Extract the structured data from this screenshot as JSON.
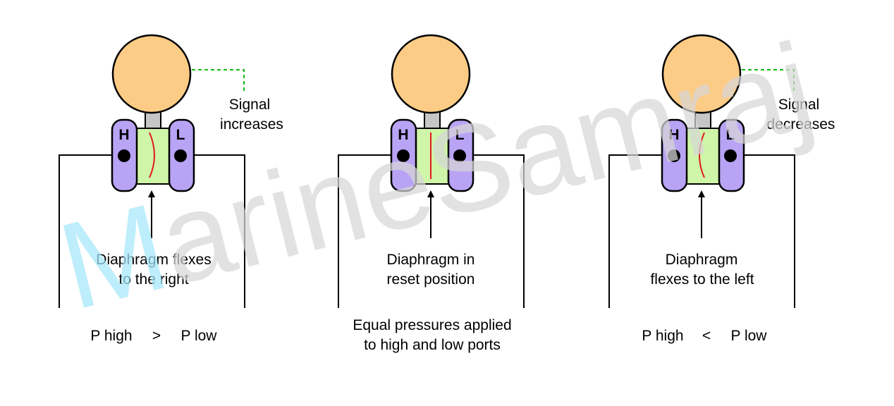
{
  "watermark": {
    "first_letter": "M",
    "rest": "arineSamraj"
  },
  "colors": {
    "gauge": "#FCCB85",
    "body": "#B8A3F4",
    "center": "#CFF5A8",
    "stem": "#C6C6C6",
    "diaphragm": "#E0191E",
    "signal_line": "#13B813",
    "watermark_first": "#A6E7FA",
    "watermark_rest": "#DADADA"
  },
  "icons": [
    "gauge-head",
    "high-port-dot",
    "low-port-dot",
    "pointer-arrow"
  ],
  "panels": [
    {
      "high_label": "H",
      "low_label": "L",
      "diaphragm_state": "flexes right",
      "signal_lines": [
        "Signal",
        "increases"
      ],
      "diaphragm_lines": [
        "Diaphragm flexes",
        "to the right"
      ],
      "pressure_lines": [
        "P high",
        ">",
        "P low"
      ]
    },
    {
      "high_label": "H",
      "low_label": "L",
      "diaphragm_state": "reset",
      "signal_lines": [],
      "diaphragm_lines": [
        "Diaphragm in",
        "reset position"
      ],
      "pressure_lines": [
        "Equal pressures applied",
        "to high and low ports"
      ]
    },
    {
      "high_label": "H",
      "low_label": "L",
      "diaphragm_state": "flexes left",
      "signal_lines": [
        "Signal",
        "decreases"
      ],
      "diaphragm_lines": [
        "Diaphragm",
        "flexes to the left"
      ],
      "pressure_lines": [
        "P high",
        "<",
        "P low"
      ]
    }
  ]
}
